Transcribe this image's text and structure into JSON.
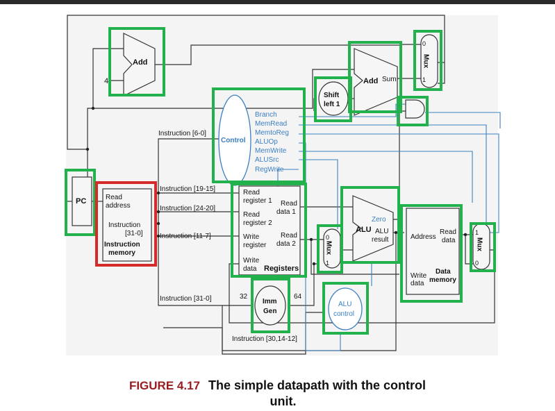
{
  "colors": {
    "highlight": "#22b14c",
    "pc_highlight": "#d42a2a",
    "control": "#3b7fc2",
    "wire": "#333333"
  },
  "add_top": {
    "label": "Add",
    "input": "4"
  },
  "add_branch": {
    "label": "Add",
    "output": "Sum"
  },
  "shift": {
    "label": "Shift",
    "label2": "left 1"
  },
  "mux_top": {
    "label": "Mux",
    "in0": "0",
    "in1": "1"
  },
  "mux_alu": {
    "label": "Mux",
    "in0": "0",
    "in1": "1"
  },
  "mux_wb": {
    "label": "Mux",
    "in0": "0",
    "in1": "1"
  },
  "control": {
    "label": "Control",
    "signals": [
      "Branch",
      "MemRead",
      "MemtoReg",
      "ALUOp",
      "MemWrite",
      "ALUSrc",
      "RegWrite"
    ]
  },
  "pc": {
    "label": "PC"
  },
  "imem": {
    "read_address": "Read",
    "read_address2": "address",
    "instr": "Instruction",
    "instr_bits": "[31-0]",
    "title": "Instruction",
    "title2": "memory"
  },
  "instr_fields": {
    "f1": "Instruction [6-0]",
    "f2": "Instruction [19-15]",
    "f3": "Instruction [24-20]",
    "f4": "Instruction [11-7]",
    "f5": "Instruction [31-0]",
    "f6": "Instruction [30,14-12]"
  },
  "registers": {
    "rr1a": "Read",
    "rr1b": "register 1",
    "rr2a": "Read",
    "rr2b": "register 2",
    "wra": "Write",
    "wrb": "register",
    "wda": "Write",
    "wdb": "data",
    "rd1a": "Read",
    "rd1b": "data 1",
    "rd2a": "Read",
    "rd2b": "data 2",
    "title": "Registers"
  },
  "alu": {
    "label": "ALU",
    "zero": "Zero",
    "result_a": "ALU",
    "result_b": "result"
  },
  "immgen": {
    "label_a": "Imm",
    "label_b": "Gen",
    "in_bits": "32",
    "out_bits": "64"
  },
  "alu_control": {
    "label_a": "ALU",
    "label_b": "control"
  },
  "dmem": {
    "address": "Address",
    "read_a": "Read",
    "read_b": "data",
    "write_a": "Write",
    "write_b": "data",
    "title_a": "Data",
    "title_b": "memory"
  },
  "caption": {
    "number": "FIGURE 4.17",
    "text": "The simple datapath with the control",
    "text2": "unit."
  }
}
